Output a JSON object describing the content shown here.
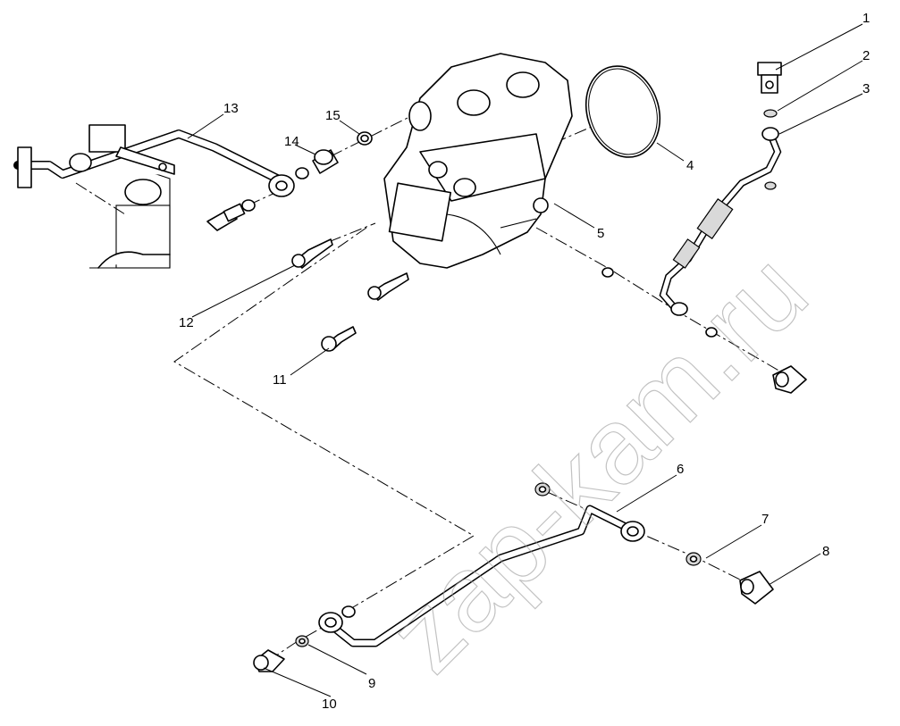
{
  "diagram": {
    "watermark": "zap-kam.ru",
    "callouts": [
      {
        "id": "1",
        "label": "1"
      },
      {
        "id": "2",
        "label": "2"
      },
      {
        "id": "3",
        "label": "3"
      },
      {
        "id": "4",
        "label": "4"
      },
      {
        "id": "5",
        "label": "5"
      },
      {
        "id": "6",
        "label": "6"
      },
      {
        "id": "7",
        "label": "7"
      },
      {
        "id": "8",
        "label": "8"
      },
      {
        "id": "9",
        "label": "9"
      },
      {
        "id": "10",
        "label": "10"
      },
      {
        "id": "11",
        "label": "11"
      },
      {
        "id": "12",
        "label": "12"
      },
      {
        "id": "13",
        "label": "13"
      },
      {
        "id": "14",
        "label": "14"
      },
      {
        "id": "15",
        "label": "15"
      }
    ]
  }
}
